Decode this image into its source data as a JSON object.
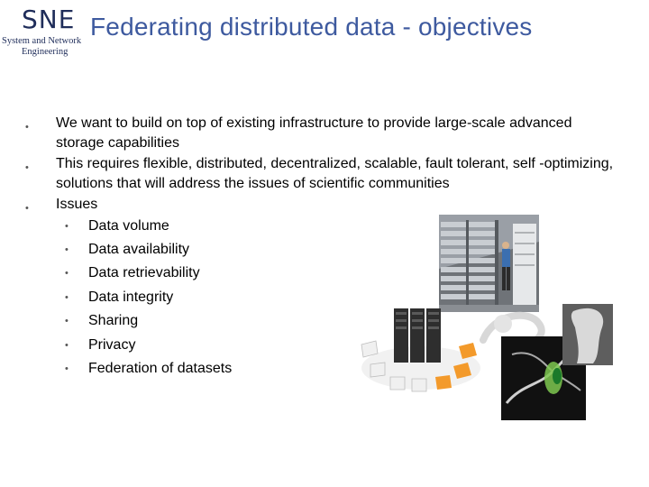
{
  "logo": {
    "mark": "SNE",
    "line1": "System and Network",
    "line2": "Engineering"
  },
  "title": "Federating distributed data - objectives",
  "bullets": [
    "We want to build on top of existing infrastructure to provide large-scale advanced storage capabilities",
    "This requires flexible, distributed, decentralized, scalable, fault tolerant, self -optimizing, solutions that will address the issues of scientific communities",
    "Issues"
  ],
  "issues": [
    "Data volume",
    "Data availability",
    "Data retrievability",
    "Data integrity",
    "Sharing",
    "Privacy",
    "Federation of datasets"
  ],
  "bullet_glyph": "•",
  "colors": {
    "title": "#3e5a9f",
    "logo": "#1f2d5a"
  }
}
